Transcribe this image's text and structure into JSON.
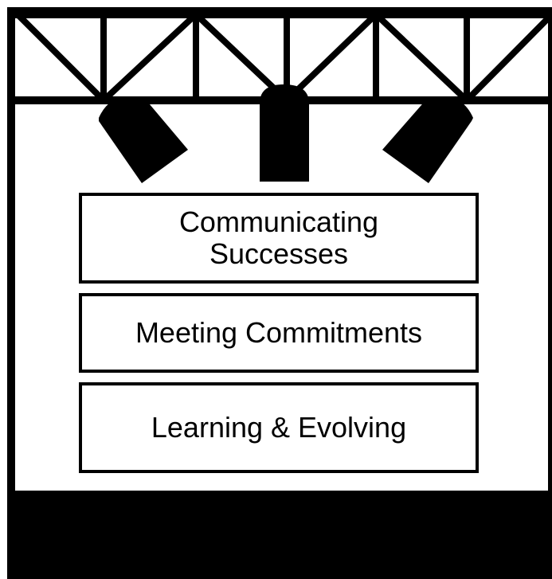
{
  "stage": {
    "truss_icon": "stage-truss",
    "spotlight_icon": "spotlight",
    "floor_icon": "stage-floor"
  },
  "blocks": [
    {
      "line1": "Communicating",
      "line2": "Successes"
    },
    {
      "line1": "Meeting Commitments"
    },
    {
      "line1": "Learning & Evolving"
    }
  ],
  "colors": {
    "ink": "#000000",
    "background": "#ffffff"
  }
}
